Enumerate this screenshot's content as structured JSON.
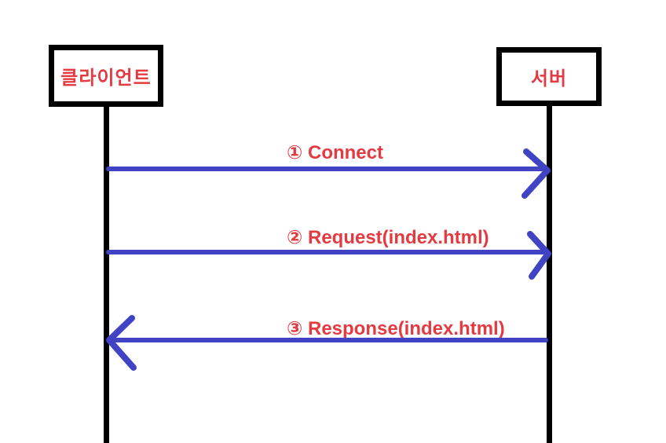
{
  "actors": [
    {
      "id": "client",
      "label": "클라이언트"
    },
    {
      "id": "server",
      "label": "서버"
    }
  ],
  "messages": [
    {
      "step": 1,
      "label": "① Connect",
      "from": "client",
      "to": "server",
      "direction": "right"
    },
    {
      "step": 2,
      "label": "② Request(index.html)",
      "from": "client",
      "to": "server",
      "direction": "right"
    },
    {
      "step": 3,
      "label": "③ Response(index.html)",
      "from": "server",
      "to": "client",
      "direction": "left"
    }
  ],
  "colors": {
    "text_red": "#e33b41",
    "arrow_blue": "#4044c4",
    "line_black": "#000000",
    "background": "#ffffff"
  }
}
